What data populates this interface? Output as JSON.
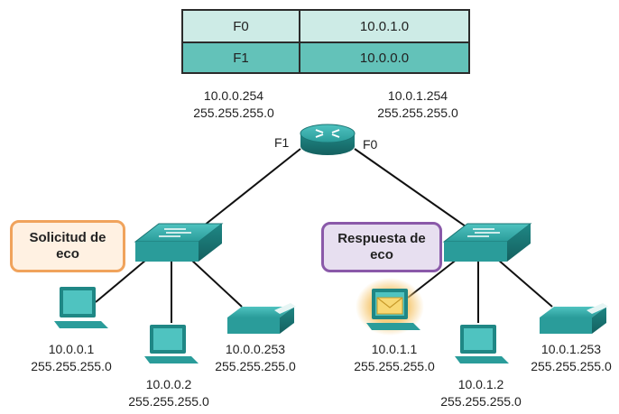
{
  "routing_table": {
    "rows": [
      {
        "interface": "F0",
        "network": "10.0.1.0"
      },
      {
        "interface": "F1",
        "network": "10.0.0.0"
      }
    ]
  },
  "router": {
    "left_ip": "10.0.0.254",
    "left_mask": "255.255.255.0",
    "right_ip": "10.0.1.254",
    "right_mask": "255.255.255.0",
    "left_interface": "F1",
    "right_interface": "F0"
  },
  "callouts": {
    "request": {
      "line1": "Solicitud de",
      "line2": "eco"
    },
    "reply": {
      "line1": "Respuesta de",
      "line2": "eco"
    }
  },
  "hosts": {
    "h1": {
      "ip": "10.0.0.1",
      "mask": "255.255.255.0"
    },
    "h2": {
      "ip": "10.0.0.2",
      "mask": "255.255.255.0"
    },
    "p1": {
      "ip": "10.0.0.253",
      "mask": "255.255.255.0"
    },
    "h3": {
      "ip": "10.0.1.1",
      "mask": "255.255.255.0"
    },
    "h4": {
      "ip": "10.0.1.2",
      "mask": "255.255.255.0"
    },
    "p2": {
      "ip": "10.0.1.253",
      "mask": "255.255.255.0"
    }
  },
  "colors": {
    "device_teal": "#2a9c9a",
    "request_border": "#f0a35c",
    "reply_border": "#8a59a9",
    "highlight": "#f5c56a"
  }
}
